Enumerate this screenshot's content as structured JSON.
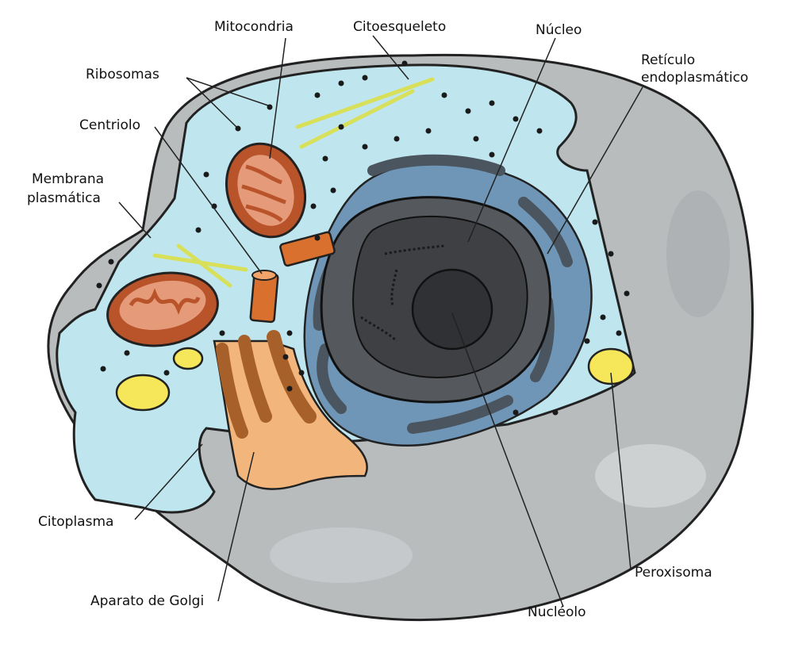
{
  "labels": {
    "ribosomas": "Ribosomas",
    "mitocondria": "Mitocondria",
    "citoesqueleto": "Citoesqueleto",
    "nucleo": "Núcleo",
    "reticulo_line1": "Retículo",
    "reticulo_line2": "endoplasmático",
    "centriolo": "Centriolo",
    "membrana_line1": "Membrana",
    "membrana_line2": "plasmática",
    "citoplasma": "Citoplasma",
    "golgi": "Aparato de Golgi",
    "nucleolo": "Nucléolo",
    "peroxisoma": "Peroxisoma"
  },
  "colors": {
    "cytoplasm": "#bfe6ee",
    "outer_shell": "#b8bcbd",
    "shell_dark": "#9ca2a4",
    "er_blue": "#6f96b6",
    "nucleus_dark": "#3b3d40",
    "nucleus_mid": "#55585c",
    "nucleolus": "#333538",
    "mitochondria": "#b9532a",
    "mito_inner": "#e59a7a",
    "golgi_dark": "#a8602a",
    "golgi_light": "#f2b67c",
    "peroxisome": "#f5e65a",
    "cytoskeleton": "#d8e05a"
  }
}
